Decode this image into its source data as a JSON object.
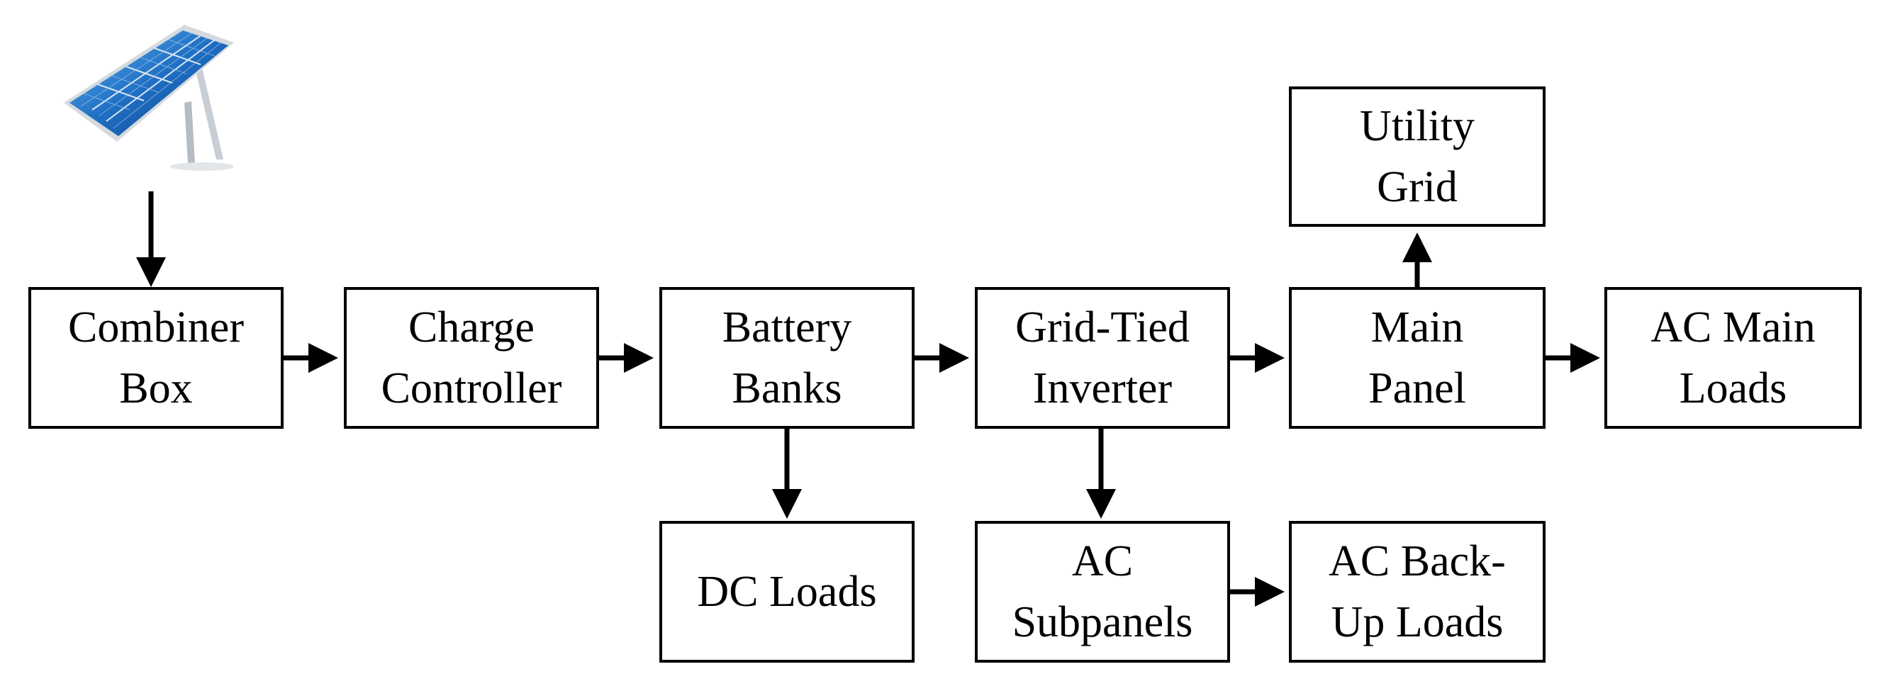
{
  "diagram": {
    "nodes": [
      {
        "id": "utility-grid",
        "lines": [
          "Utility",
          "Grid"
        ]
      },
      {
        "id": "combiner-box",
        "lines": [
          "Combiner",
          "Box"
        ]
      },
      {
        "id": "charge-controller",
        "lines": [
          "Charge",
          "Controller"
        ]
      },
      {
        "id": "battery-banks",
        "lines": [
          "Battery",
          "Banks"
        ]
      },
      {
        "id": "grid-tied-inverter",
        "lines": [
          "Grid-Tied",
          "Inverter"
        ]
      },
      {
        "id": "main-panel",
        "lines": [
          "Main",
          "Panel"
        ]
      },
      {
        "id": "ac-main-loads",
        "lines": [
          "AC Main",
          "Loads"
        ]
      },
      {
        "id": "dc-loads",
        "lines": [
          "DC Loads"
        ]
      },
      {
        "id": "ac-subpanels",
        "lines": [
          "AC",
          "Subpanels"
        ]
      },
      {
        "id": "ac-backup-loads",
        "lines": [
          "AC Back-",
          "Up Loads"
        ]
      }
    ],
    "edges": [
      {
        "from": "solar-panel",
        "to": "combiner-box"
      },
      {
        "from": "combiner-box",
        "to": "charge-controller"
      },
      {
        "from": "charge-controller",
        "to": "battery-banks"
      },
      {
        "from": "battery-banks",
        "to": "grid-tied-inverter"
      },
      {
        "from": "grid-tied-inverter",
        "to": "main-panel"
      },
      {
        "from": "main-panel",
        "to": "ac-main-loads"
      },
      {
        "from": "main-panel",
        "to": "utility-grid"
      },
      {
        "from": "battery-banks",
        "to": "dc-loads"
      },
      {
        "from": "grid-tied-inverter",
        "to": "ac-subpanels"
      },
      {
        "from": "ac-subpanels",
        "to": "ac-backup-loads"
      }
    ],
    "icons": {
      "source": "solar-panel-icon"
    },
    "colors": {
      "line": "#000000",
      "panel_cell": "#1f6fc4",
      "panel_frame": "#cfd6dc"
    }
  }
}
